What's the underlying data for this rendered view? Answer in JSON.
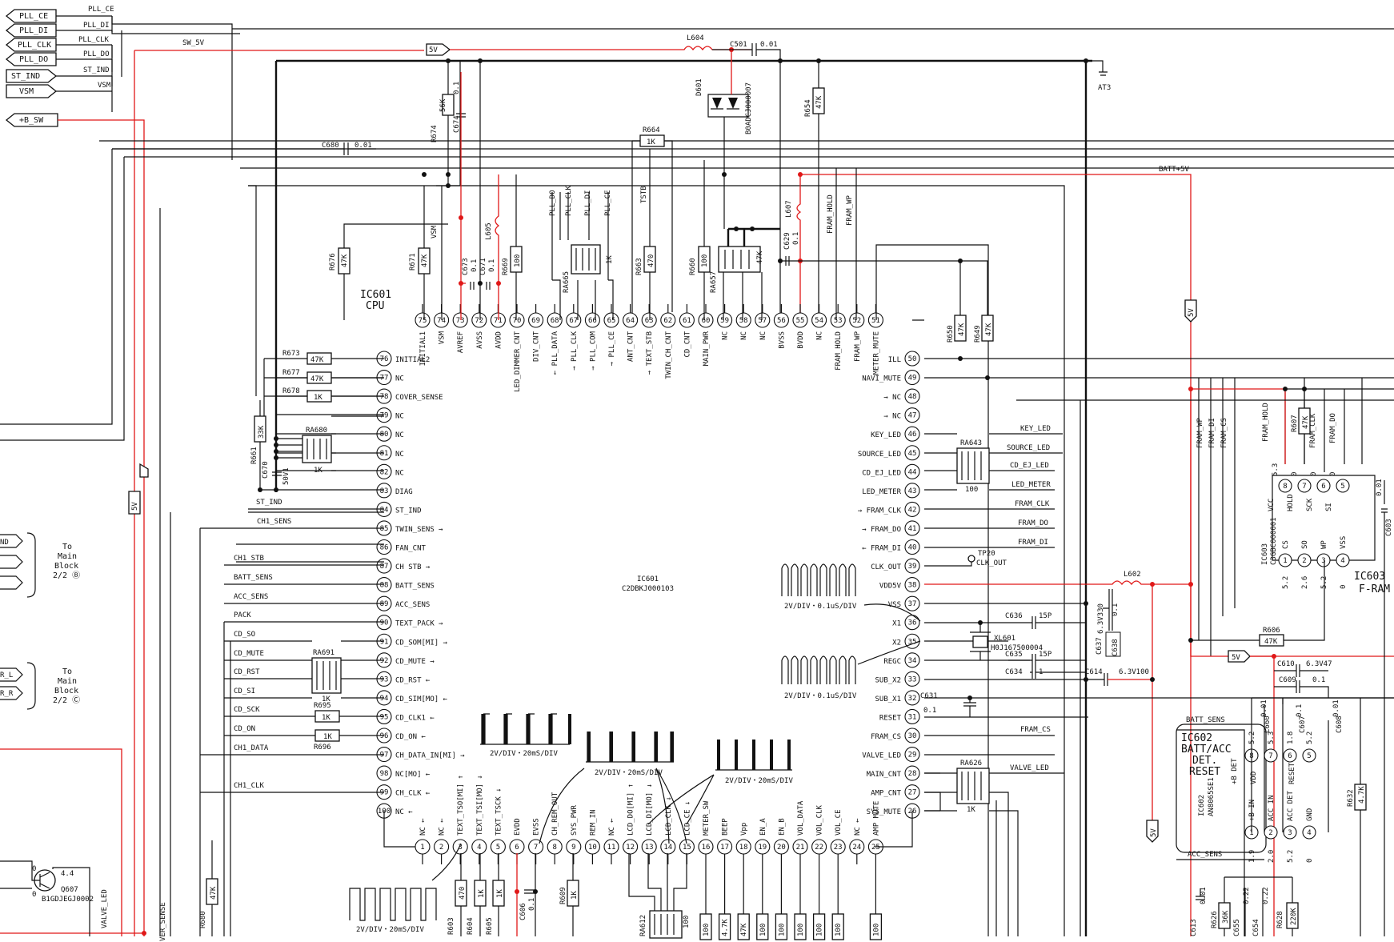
{
  "ic601": {
    "title_ref": "IC601",
    "title_func": "CPU",
    "center_ref": "IC601",
    "center_part": "C2DBKJ000103",
    "top_pins": [
      {
        "num": "75",
        "label": "INITIAL1"
      },
      {
        "num": "74",
        "label": "VSM"
      },
      {
        "num": "73",
        "label": "AVREF"
      },
      {
        "num": "72",
        "label": "AVSS"
      },
      {
        "num": "71",
        "label": "AVDD"
      },
      {
        "num": "70",
        "label": "LED_DIMMER_CNT"
      },
      {
        "num": "69",
        "label": "DIV_CNT"
      },
      {
        "num": "68",
        "label": "← PLL_DATA"
      },
      {
        "num": "67",
        "label": "→ PLL_CLK"
      },
      {
        "num": "66",
        "label": "→ PLL_COM"
      },
      {
        "num": "65",
        "label": "→ PLL_CE"
      },
      {
        "num": "64",
        "label": "ANT_CNT"
      },
      {
        "num": "63",
        "label": "→ TEXT_STB"
      },
      {
        "num": "62",
        "label": "TWIN_CH_CNT"
      },
      {
        "num": "61",
        "label": "CD_CNT"
      },
      {
        "num": "60",
        "label": "MAIN_PWR"
      },
      {
        "num": "59",
        "label": "NC"
      },
      {
        "num": "58",
        "label": "NC"
      },
      {
        "num": "57",
        "label": "NC"
      },
      {
        "num": "56",
        "label": "BVSS"
      },
      {
        "num": "55",
        "label": "BVDD"
      },
      {
        "num": "54",
        "label": "NC"
      },
      {
        "num": "53",
        "label": "FRAM_HOLD"
      },
      {
        "num": "52",
        "label": "FRAM_WP"
      },
      {
        "num": "51",
        "label": "METER_MUTE"
      }
    ],
    "left_pins": [
      {
        "num": "76",
        "label": "INITIAL2"
      },
      {
        "num": "77",
        "label": "NC"
      },
      {
        "num": "78",
        "label": "COVER_SENSE"
      },
      {
        "num": "79",
        "label": "NC"
      },
      {
        "num": "80",
        "label": "NC"
      },
      {
        "num": "81",
        "label": "NC"
      },
      {
        "num": "82",
        "label": "NC"
      },
      {
        "num": "83",
        "label": "DIAG"
      },
      {
        "num": "84",
        "label": "ST_IND"
      },
      {
        "num": "85",
        "label": "TWIN_SENS →"
      },
      {
        "num": "86",
        "label": "FAN_CNT"
      },
      {
        "num": "87",
        "label": "CH STB →"
      },
      {
        "num": "88",
        "label": "BATT_SENS"
      },
      {
        "num": "89",
        "label": "ACC_SENS"
      },
      {
        "num": "90",
        "label": "TEXT_PACK →"
      },
      {
        "num": "91",
        "label": "CD_SOM[MI] →"
      },
      {
        "num": "92",
        "label": "CD_MUTE →"
      },
      {
        "num": "93",
        "label": "CD_RST ←"
      },
      {
        "num": "94",
        "label": "CD_SIM[MO] ←"
      },
      {
        "num": "95",
        "label": "CD_CLK1 ←"
      },
      {
        "num": "96",
        "label": "CD_ON ←"
      },
      {
        "num": "97",
        "label": "CH_DATA_IN[MI] →"
      },
      {
        "num": "98",
        "label": "NC[MO] ←"
      },
      {
        "num": "99",
        "label": "CH_CLK ←"
      },
      {
        "num": "100",
        "label": "NC ←"
      }
    ],
    "right_pins": [
      {
        "num": "50",
        "label": "ILL"
      },
      {
        "num": "49",
        "label": "NAVI_MUTE"
      },
      {
        "num": "48",
        "label": "→ NC"
      },
      {
        "num": "47",
        "label": "→ NC"
      },
      {
        "num": "46",
        "label": "KEY_LED"
      },
      {
        "num": "45",
        "label": "SOURCE_LED"
      },
      {
        "num": "44",
        "label": "CD_EJ_LED"
      },
      {
        "num": "43",
        "label": "LED_METER"
      },
      {
        "num": "42",
        "label": "→ FRAM_CLK"
      },
      {
        "num": "41",
        "label": "→ FRAM_DO"
      },
      {
        "num": "40",
        "label": "← FRAM_DI"
      },
      {
        "num": "39",
        "label": "CLK_OUT"
      },
      {
        "num": "38",
        "label": "VDD5V"
      },
      {
        "num": "37",
        "label": "VSS"
      },
      {
        "num": "36",
        "label": "X1"
      },
      {
        "num": "35",
        "label": "X2"
      },
      {
        "num": "34",
        "label": "REGC"
      },
      {
        "num": "33",
        "label": "SUB_X2"
      },
      {
        "num": "32",
        "label": "SUB_X1"
      },
      {
        "num": "31",
        "label": "RESET"
      },
      {
        "num": "30",
        "label": "FRAM_CS"
      },
      {
        "num": "29",
        "label": "VALVE_LED"
      },
      {
        "num": "28",
        "label": "MAIN_CNT"
      },
      {
        "num": "27",
        "label": "AMP_CNT"
      },
      {
        "num": "26",
        "label": "SYS_MUTE"
      }
    ],
    "bottom_pins": [
      {
        "num": "1",
        "label": "NC ←"
      },
      {
        "num": "2",
        "label": "NC ←"
      },
      {
        "num": "3",
        "label": "TEXT_TSO[MI] ↑"
      },
      {
        "num": "4",
        "label": "TEXT_TSI[MO] ↓"
      },
      {
        "num": "5",
        "label": "TEXT_TSCK ↓"
      },
      {
        "num": "6",
        "label": "EVDD"
      },
      {
        "num": "7",
        "label": "EVSS"
      },
      {
        "num": "8",
        "label": "CH_REM_OUT"
      },
      {
        "num": "9",
        "label": "SYS_PWR"
      },
      {
        "num": "10",
        "label": "REM_IN"
      },
      {
        "num": "11",
        "label": "NC ←"
      },
      {
        "num": "12",
        "label": "LCD_DO[MI] ↑"
      },
      {
        "num": "13",
        "label": "LCD_DI[MO] ↓"
      },
      {
        "num": "14",
        "label": "LCD_CLK ↓"
      },
      {
        "num": "15",
        "label": "LCD_CE ↓"
      },
      {
        "num": "16",
        "label": "METER_SW"
      },
      {
        "num": "17",
        "label": "BEEP"
      },
      {
        "num": "18",
        "label": "Vpp"
      },
      {
        "num": "19",
        "label": "EN_A"
      },
      {
        "num": "20",
        "label": "EN_B"
      },
      {
        "num": "21",
        "label": "VOL_DATA"
      },
      {
        "num": "22",
        "label": "VOL_CLK"
      },
      {
        "num": "23",
        "label": "VOL_CE"
      },
      {
        "num": "24",
        "label": "NC ←"
      },
      {
        "num": "25",
        "label": "AMP MUTE"
      }
    ]
  },
  "ports": {
    "pll_ce": "PLL_CE",
    "pll_di": "PLL_DI",
    "pll_clk": "PLL_CLK",
    "pll_do": "PLL_DO",
    "st_ind": "ST_IND",
    "vsm": "VSM",
    "b_sw": "+B_SW",
    "nd": "ND",
    "r_l": "R_L",
    "r_r": "R_R"
  },
  "nets": {
    "pll_ce": "PLL_CE",
    "pll_di": "PLL_DI",
    "pll_clk": "PLL_CLK",
    "pll_do": "PLL_DO",
    "st_ind": "ST_IND",
    "vsm": "VSM",
    "sw5v": "SW_5V",
    "batt5v": "BATT+5V",
    "st_ind2": "ST_IND",
    "ch1_sens": "CH1_SENS",
    "ch1_stb": "CH1_STB",
    "batt_sens": "BATT_SENS",
    "acc_sens": "ACC_SENS",
    "pack": "PACK",
    "cd_so": "CD_SO",
    "cd_mute": "CD_MUTE",
    "cd_rst": "CD_RST",
    "cd_si": "CD_SI",
    "cd_sck": "CD_SCK",
    "cd_on": "CD_ON",
    "ch1_data": "CH1_DATA",
    "ch1_clk": "CH1_CLK",
    "key_led": "KEY_LED",
    "source_led": "SOURCE_LED",
    "cd_ej_led": "CD_EJ_LED",
    "led_meter": "LED_METER",
    "fram_clk": "FRAM_CLK",
    "fram_do": "FRAM_DO",
    "fram_di": "FRAM_DI",
    "fram_cs": "FRAM_CS",
    "valve_led": "VALVE_LED",
    "v_pll_do": "PLL_DO",
    "v_pll_clk": "PLL_CLK",
    "v_pll_di": "PLL_DI",
    "v_pll_ce": "PLL_CE",
    "v_tstb": "TSTB",
    "v_vsm": "VSM",
    "v_fram_hold": "FRAM_HOLD",
    "v_fram_wp": "FRAM_WP",
    "v_fram_wp2": "FRAM_WP",
    "v_fram_di": "FRAM_DI",
    "v_fram_cs": "FRAM_CS",
    "v_fram_hold2": "FRAM_HOLD",
    "v_fram_clk": "FRAM_CLK",
    "v_fram_do": "FRAM_DO",
    "v_valve_led": "VALVE_LED",
    "v_cover_sense": "VER_SENSE",
    "batt_sens2": "BATT_SENS",
    "acc_sens2": "ACC_SENS"
  },
  "power_tags": {
    "t1": "5V",
    "t2": "5V",
    "t3": "5V",
    "t4": "5V",
    "t5": "5V"
  },
  "blocks": {
    "to1_a": "To",
    "to1_b": "Main",
    "to1_c": "Block",
    "to1_d": "2/2 Ⓑ",
    "to2_a": "To",
    "to2_b": "Main",
    "to2_c": "Block",
    "to2_d": "2/2 Ⓒ"
  },
  "components": {
    "l604": "L604",
    "c501": "C501",
    "c501v": "0.01",
    "at3": "AT3",
    "d601": "D601",
    "d601p": "B0ADCJ000007",
    "r674": "R674",
    "r674v": "56K",
    "c674": "C674",
    "c674v": "0.1",
    "r654": "R654",
    "r654v": "47K",
    "r664": "R664",
    "r664v": "1K",
    "c680": "C680",
    "c680v": "0.01",
    "l607": "L607",
    "c629": "C629",
    "c629v": "0.1",
    "r676": "R676",
    "r676v": "47K",
    "r671": "R671",
    "r671v": "47K",
    "c673": "C673",
    "c673v": "0.1",
    "c671": "C671",
    "c671v": "0.1",
    "l605": "L605",
    "r669": "R669",
    "r669v": "100",
    "ra665": "RA665",
    "ra665v": "1K",
    "r663": "R663",
    "r663v": "470",
    "r660": "R660",
    "r660v": "100",
    "ra657": "RA657",
    "ra657v": "47K",
    "r650": "R650",
    "r650v": "47K",
    "r649": "R649",
    "r649v": "47K",
    "r673": "R673",
    "r673v": "47K",
    "r677": "R677",
    "r677v": "47K",
    "r678": "R678",
    "r678v": "1K",
    "ra680": "RA680",
    "ra680v": "1K",
    "r661": "R661",
    "r661v": "33K",
    "c670": "C670",
    "c670v": "50V1",
    "ra643": "RA643",
    "ra643v": "100",
    "ra691": "RA691",
    "ra691v": "1K",
    "r695": "R695",
    "r695v": "1K",
    "r696": "R696",
    "r696v": "1K",
    "tp20": "TP20",
    "tp20l": "CLK_OUT",
    "l602": "L602",
    "c637": "C637",
    "c637v": "6.3V330",
    "c638": "C638",
    "c638v": "0.1",
    "c636": "C636",
    "c636v": "15P",
    "c635": "C635",
    "c635v": "15P",
    "c634": "C634",
    "c634v": "1",
    "xl601": "XL601",
    "xl601p": "H0J167500004",
    "c614": "C614",
    "c614v": "6.3V100",
    "c631": "C631",
    "c631v": "0.1",
    "ra626": "RA626",
    "ra626v": "1K",
    "r606": "R606",
    "r606v": "47K",
    "c610": "C610",
    "c610v": "6.3V47",
    "c609": "C609",
    "c609v": "0.1",
    "r607": "R607",
    "r607v": "47K",
    "ic603": "IC603",
    "ic603p": "C3GBC000001",
    "ic603f": "F-RAM",
    "c603": "C603",
    "c603v": "0.01",
    "ic602": "IC602",
    "ic602a": "BATT/ACC",
    "ic602b": "DET.",
    "ic602c": "RESET",
    "ic602p": "AN8065SE1",
    "c660": "C660",
    "c660v": "0.01",
    "c607": "C607",
    "c607v": "0.1",
    "c608": "C608",
    "c608v": "0.01",
    "r632": "R632",
    "r632v": "4.7K",
    "c613": "C613",
    "c613v": "0.01",
    "r626": "R626",
    "r626v": "36K",
    "c655": "C655",
    "c655v": "0.22",
    "c654": "C654",
    "c654v": "0.22",
    "r628": "R628",
    "r628v": "220K",
    "q607": "Q607",
    "q607p": "B1GDJEGJ0002",
    "q607v": "4.4",
    "q607b": "0",
    "q607c": "0",
    "valve_led": "VALVE_LED",
    "r680": "R680",
    "r680v": "47K",
    "r603": "R603",
    "r603v": "470",
    "r604": "R604",
    "r604v": "1K",
    "r605": "R605",
    "r605v": "1K",
    "c606": "C606",
    "c606v": "0.1",
    "r609": "R609",
    "r609v": "1K",
    "ra612": "RA612",
    "ra612v": "100",
    "b17": "4.7K",
    "b18": "47K",
    "b19": "100",
    "b20": "100",
    "b21": "100",
    "b22": "100",
    "b23": "100",
    "b25": "100",
    "b16": "100"
  },
  "ic603_pins": {
    "p8": "VCC",
    "p7": "HOLD",
    "p6": "SCK",
    "p5": "SI",
    "p1": "CS",
    "p2": "SO",
    "p3": "WP",
    "p4": "VSS",
    "v8": "5.3",
    "v7": "0",
    "v6": "0",
    "v5": "0",
    "v1": "5.2",
    "v2": "2.6",
    "v3": "5.2",
    "v4": "0"
  },
  "ic602_pins": {
    "p8": "+B DET",
    "p7": "VDD",
    "p6": "",
    "p5": "RESET",
    "p1": "+B IN",
    "p2": "ACC IN",
    "p3": "ACC DET",
    "p4": "GND",
    "v8": "5.2",
    "v7": "5.3",
    "v6": "1.8",
    "v5": "5.2",
    "v1": "1.9",
    "v2": "2.0",
    "v3": "5.2",
    "v4": "0"
  },
  "waveforms": {
    "w1": "2V/DIV・0.1uS/DIV",
    "w2": "2V/DIV・0.1uS/DIV",
    "w3": "2V/DIV・20mS/DIV",
    "w4": "2V/DIV・20mS/DIV",
    "w5": "2V/DIV・20mS/DIV",
    "w6": "2V/DIV・20mS/DIV"
  }
}
